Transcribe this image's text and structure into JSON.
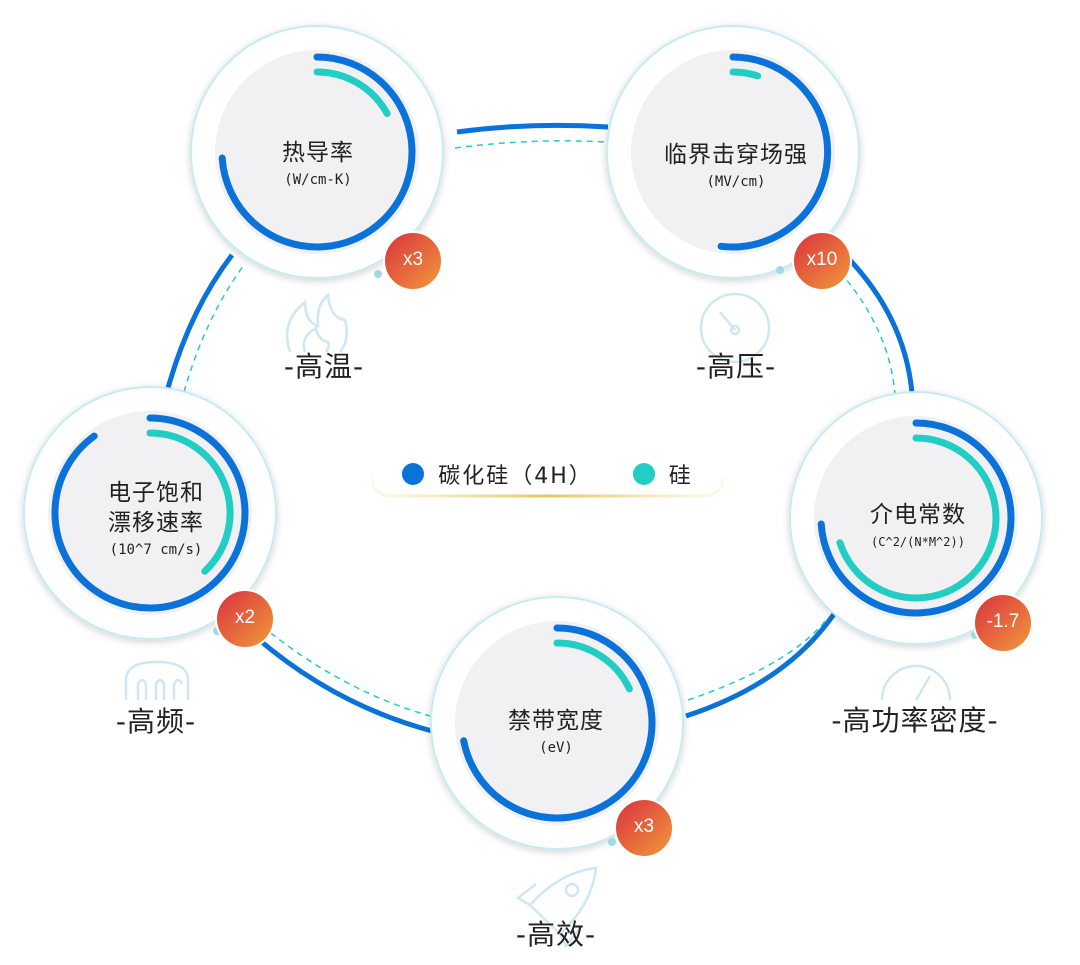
{
  "legend": {
    "sic": {
      "label": "碳化硅（4H）",
      "color": "#0a72d8"
    },
    "si": {
      "label": "硅",
      "color": "#22cdc4"
    }
  },
  "cards": [
    {
      "id": "thermal",
      "title": "热导率",
      "unit": "(W/cm-K)",
      "badge": "x3",
      "caption": "-高温-",
      "caption_icon": "flame-icon",
      "sic_fraction": 0.74,
      "si_fraction": 0.17
    },
    {
      "id": "breakdown",
      "title": "临界击穿场强",
      "unit": "(MV/cm)",
      "badge": "x10",
      "caption": "-高压-",
      "caption_icon": "gauge-icon",
      "sic_fraction": 0.52,
      "si_fraction": 0.05
    },
    {
      "id": "saturation",
      "title_lines": [
        "电子饱和",
        "漂移速率"
      ],
      "unit": "(10^7 cm/s)",
      "badge": "x2",
      "caption": "-高频-",
      "caption_icon": "wave-icon",
      "sic_fraction": 0.9,
      "si_fraction": 0.38
    },
    {
      "id": "dielectric",
      "title": "介电常数",
      "unit": "(C^2/(N*M^2))",
      "badge": "-1.7",
      "caption": "-高功率密度-",
      "caption_icon": "meter-icon",
      "sic_fraction": 0.74,
      "si_fraction": 0.7
    },
    {
      "id": "bandgap",
      "title": "禁带宽度",
      "unit": "(eV)",
      "badge": "x3",
      "caption": "-高效-",
      "caption_icon": "rocket-icon",
      "sic_fraction": 0.72,
      "si_fraction": 0.18
    }
  ]
}
